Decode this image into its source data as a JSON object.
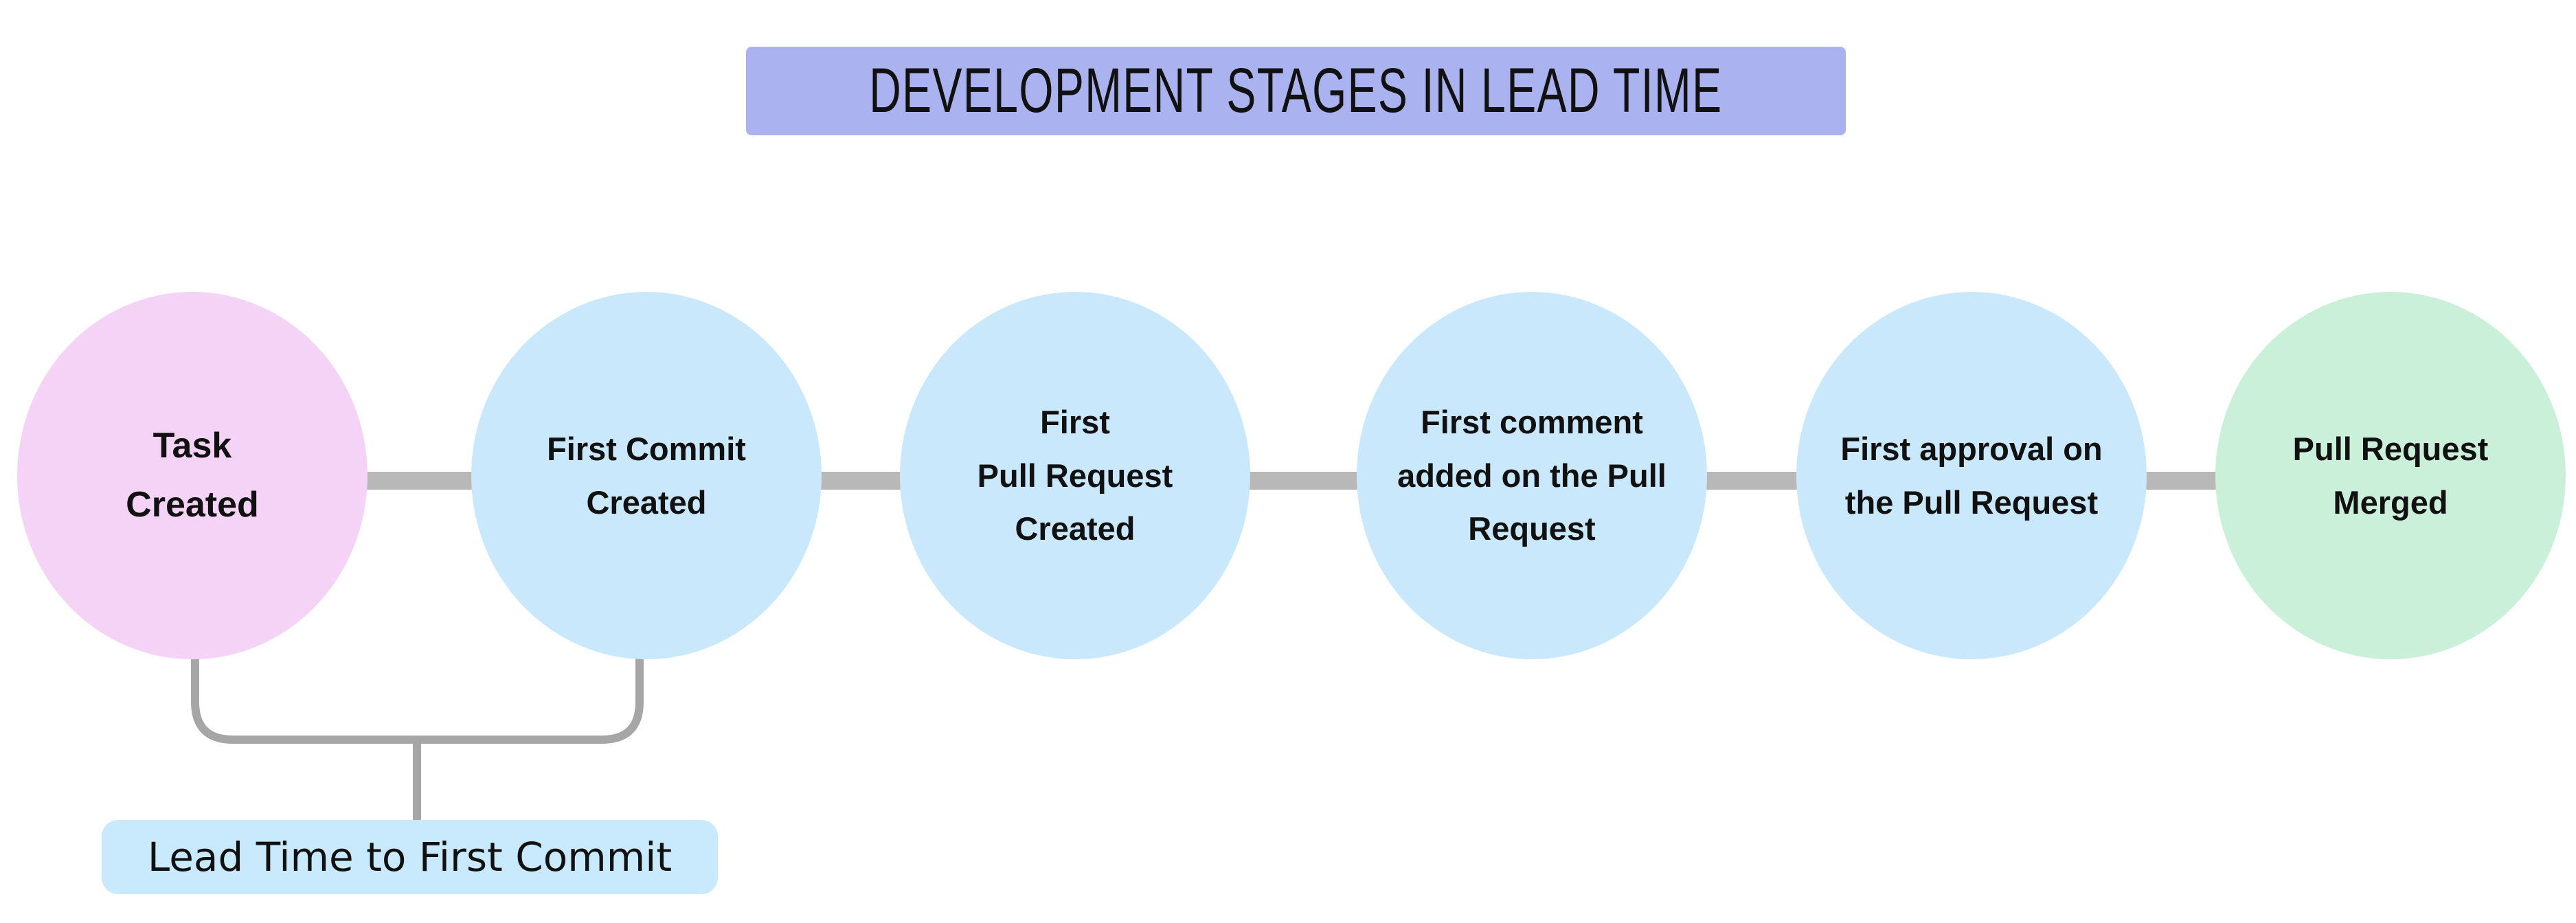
{
  "title": {
    "label": "DEVELOPMENT STAGES IN LEAD TIME",
    "bg_color": "#aab3ef"
  },
  "stages": [
    {
      "label": "Task\nCreated",
      "color": "#f5d3f7"
    },
    {
      "label": "First Commit\nCreated",
      "color": "#c9e8fb"
    },
    {
      "label": "First\nPull Request\nCreated",
      "color": "#c9e8fb"
    },
    {
      "label": "First comment\nadded on the Pull\nRequest",
      "color": "#c9e8fb"
    },
    {
      "label": "First approval on\nthe Pull Request",
      "color": "#c9e8fb"
    },
    {
      "label": "Pull Request\nMerged",
      "color": "#cbf0d9"
    }
  ],
  "connector": {
    "color": "#b8b8b8"
  },
  "bracket": {
    "color": "#a6a6a6",
    "annotation_label": "Lead Time to First Commit",
    "annotation_bg": "#c8eafc"
  }
}
